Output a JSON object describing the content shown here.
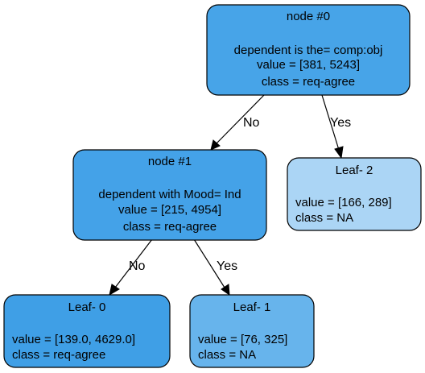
{
  "nodes": [
    {
      "id": "node0",
      "title": "node #0",
      "split": "dependent is the= comp:obj",
      "value": "value = [381, 5243]",
      "class_label": "class = req-agree",
      "fill": "#47a4e8"
    },
    {
      "id": "node1",
      "title": "node #1",
      "split": "dependent with Mood= Ind",
      "value": "value = [215, 4954]",
      "class_label": "class = req-agree",
      "fill": "#44a2e8"
    },
    {
      "id": "leaf2",
      "title": "Leaf- 2",
      "split": "",
      "value": "value = [166, 289]",
      "class_label": "class = NA",
      "fill": "#abd5f5"
    },
    {
      "id": "leaf0",
      "title": "Leaf- 0",
      "split": "",
      "value": "value = [139.0, 4629.0]",
      "class_label": "class = req-agree",
      "fill": "#3f9fe6"
    },
    {
      "id": "leaf1",
      "title": "Leaf- 1",
      "split": "",
      "value": "value = [76, 325]",
      "class_label": "class = NA",
      "fill": "#67b4ec"
    }
  ],
  "edges": [
    {
      "from": "node0",
      "to": "node1",
      "label": "No"
    },
    {
      "from": "node0",
      "to": "leaf2",
      "label": "Yes"
    },
    {
      "from": "node1",
      "to": "leaf0",
      "label": "No"
    },
    {
      "from": "node1",
      "to": "leaf1",
      "label": "Yes"
    }
  ]
}
